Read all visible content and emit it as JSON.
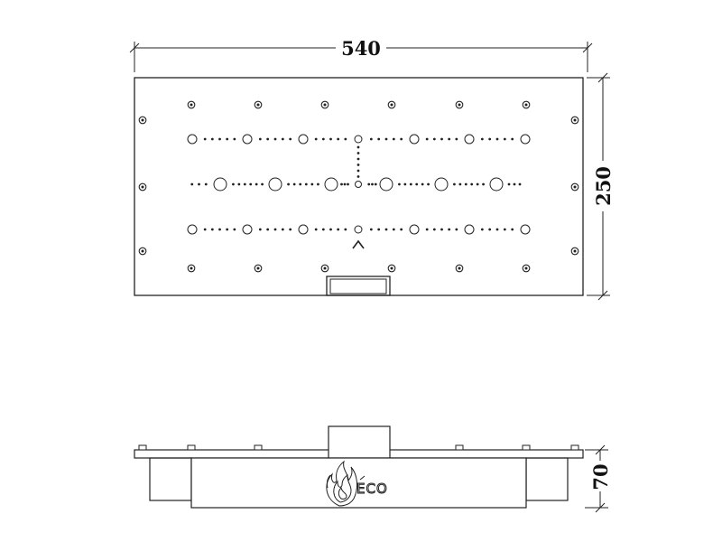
{
  "top_view": {
    "width_dimension": "540",
    "height_dimension": "250"
  },
  "side_view": {
    "height_dimension": "70",
    "logo_text": "ECO"
  },
  "colors": {
    "line": "#222222",
    "background": "#ffffff"
  },
  "icons": [
    "flame-icon",
    "chevron-up-icon"
  ]
}
